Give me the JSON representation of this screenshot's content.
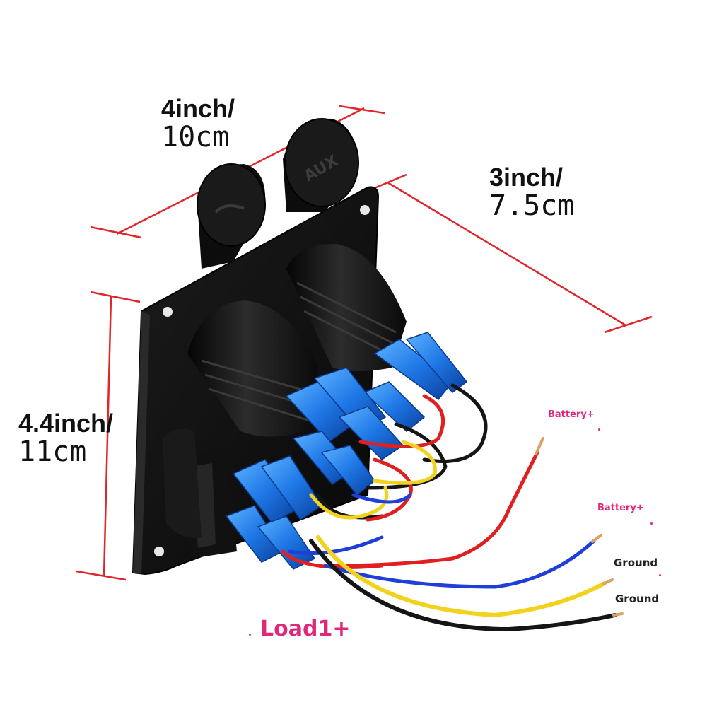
{
  "dimensions": {
    "width_label": {
      "line1": "4inch/",
      "line2": "10cm"
    },
    "depth_label": {
      "line1": "3inch/",
      "line2": "7.5cm"
    },
    "height_label": {
      "line1": "4.4inch/",
      "line2": "11cm"
    }
  },
  "wire_labels": {
    "battery_plus_1": "Battery+",
    "battery_plus_2": "Battery+",
    "ground_1": "Ground",
    "ground_2": "Ground",
    "load1_plus": "Load1+"
  },
  "colors": {
    "dimension_line": "#e0262a",
    "panel": "#141414",
    "terminal_blue": "#1e78e6",
    "wire_red": "#e02020",
    "wire_blue": "#1f3fd8",
    "wire_yellow": "#f2d21c",
    "wire_black": "#151515",
    "label_pink": "#e0287a"
  }
}
